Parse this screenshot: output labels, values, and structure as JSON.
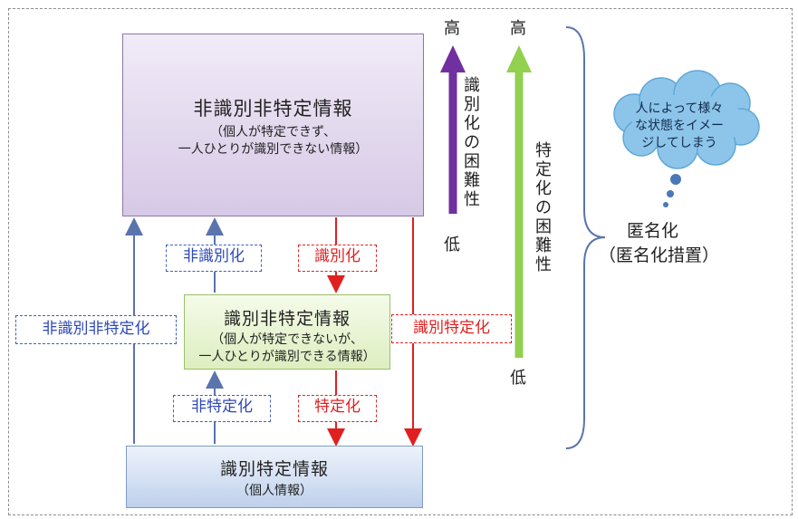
{
  "boxes": {
    "non_identified_non_specified": {
      "title": "非識別非特定情報",
      "sub1": "（個人が特定できず、",
      "sub2": "一人ひとりが識別できない情報）"
    },
    "identified_non_specified": {
      "title": "識別非特定情報",
      "sub1": "（個人が特定できないが、",
      "sub2": "一人ひとりが識別できる情報）"
    },
    "identified_specified": {
      "title": "識別特定情報",
      "sub1": "（個人情報）"
    }
  },
  "process_labels": {
    "de_identify": "非識別化",
    "identify": "識別化",
    "de_identify_de_specify": "非識別非特定化",
    "identify_specify": "識別特定化",
    "de_specify": "非特定化",
    "specify": "特定化"
  },
  "axes": {
    "identification_difficulty": {
      "high": "高",
      "low": "低",
      "label": "識別化の困難性",
      "color": "#7030a0"
    },
    "specification_difficulty": {
      "high": "高",
      "low": "低",
      "label": "特定化の困難性",
      "color": "#92d050"
    }
  },
  "anonymization": {
    "line1": "匿名化",
    "line2": "（匿名化措置）"
  },
  "thought_bubble": {
    "line1": "人によって様々",
    "line2": "な状態をイメー",
    "line3": "ジしてしまう"
  },
  "colors": {
    "blue_dashed": "#3d5fc2",
    "red_dashed": "#e02020",
    "bubble_fill": "#8dc5ea"
  }
}
